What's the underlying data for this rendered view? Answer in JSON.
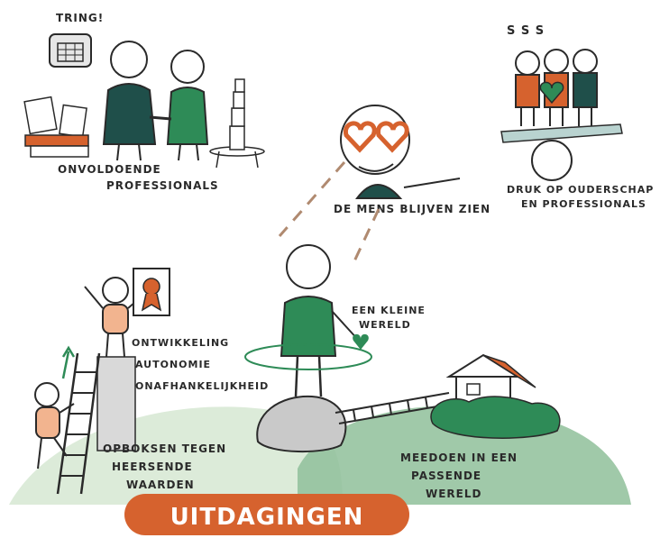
{
  "labels": {
    "tring": "TRING!",
    "onvoldoende_line1": "ONVOLDOENDE",
    "onvoldoende_line2": "PROFESSIONALS",
    "mens_zien": "DE MENS BLIJVEN ZIEN",
    "druk_line1": "DRUK OP OUDERSCHAP",
    "druk_line2": "EN PROFESSIONALS",
    "kleine_line1": "EEN KLEINE",
    "kleine_line2": "WERELD",
    "ontwikkeling_line1": "ONTWIKKELING",
    "ontwikkeling_line2": "AUTONOMIE",
    "ontwikkeling_line3": "ONAFHANKELIJKHEID",
    "opboksen_line1": "OPBOKSEN TEGEN",
    "opboksen_line2": "HEERSENDE",
    "opboksen_line3": "WAARDEN",
    "meedoen_line1": "MEEDOEN IN EEN",
    "meedoen_line2": "PASSENDE",
    "meedoen_line3": "WERELD",
    "stress_marks": "S S S",
    "banner": "UITDAGINGEN"
  },
  "colors": {
    "green": "#2e8b57",
    "dark_teal": "#1f4f4a",
    "orange": "#d6622e",
    "skin_light": "#f2b48f",
    "light_green_ground": "#dcebd9",
    "dark_green_ground": "#8fbf9a",
    "rock": "#c9c9c9",
    "ink": "#2a2a2a"
  }
}
